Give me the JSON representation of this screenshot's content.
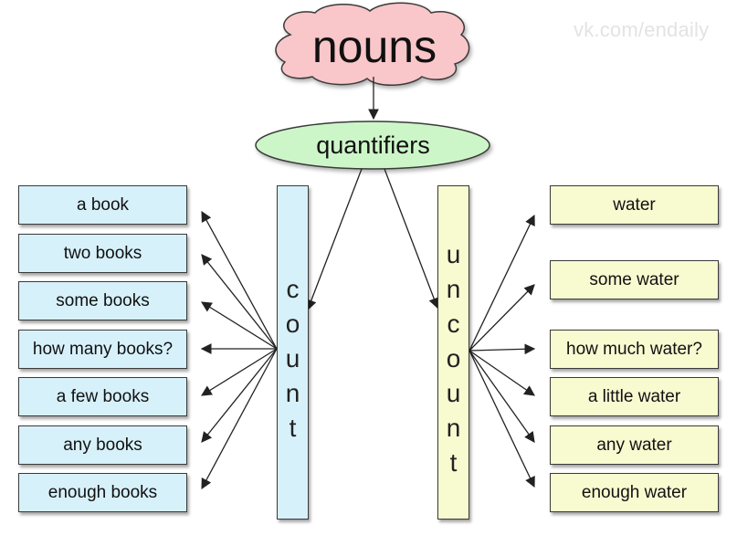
{
  "watermark": "vk.com/endaily",
  "root": {
    "label": "nouns"
  },
  "middle": {
    "label": "quantifiers"
  },
  "count": {
    "letters": [
      "c",
      "o",
      "u",
      "n",
      "t"
    ],
    "items": [
      "a book",
      "two books",
      "some books",
      "how many books?",
      "a few books",
      "any books",
      "enough books"
    ]
  },
  "uncount": {
    "letters": [
      "u",
      "n",
      "c",
      "o",
      "u",
      "n",
      "t"
    ],
    "items": [
      "water",
      "some water",
      "how much water?",
      "a little water",
      "any water",
      "enough water"
    ]
  },
  "colors": {
    "cloud": "#f9c6c9",
    "ellipse": "#cdf6c8",
    "count": "#d7f1fb",
    "uncount": "#f8fad0",
    "stroke": "#3a3a3a"
  }
}
